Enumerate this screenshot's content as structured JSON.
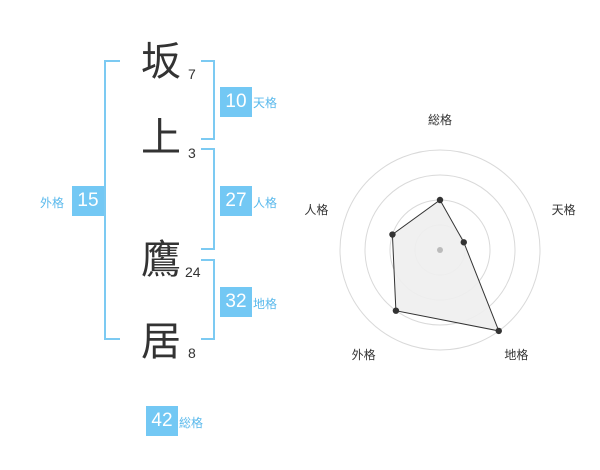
{
  "name": {
    "characters": [
      {
        "char": "坂",
        "strokes": "7"
      },
      {
        "char": "上",
        "strokes": "3"
      },
      {
        "char": "鷹",
        "strokes": "24"
      },
      {
        "char": "居",
        "strokes": "8"
      }
    ]
  },
  "kaku": {
    "tenkaku": {
      "value": "10",
      "label": "天格"
    },
    "jinkaku": {
      "value": "27",
      "label": "人格"
    },
    "chikaku": {
      "value": "32",
      "label": "地格"
    },
    "gaikaku": {
      "value": "15",
      "label": "外格"
    },
    "soukaku": {
      "value": "42",
      "label": "総格"
    }
  },
  "radar": {
    "axes": [
      "総格",
      "天格",
      "地格",
      "外格",
      "人格"
    ],
    "levels": 4,
    "max": 4,
    "values": [
      2,
      1,
      4,
      3,
      2
    ],
    "colors": {
      "grid": "#d9d9d9",
      "fill": "#eeeeee",
      "line": "#333333",
      "point": "#333333",
      "center": "#bbbbbb"
    }
  }
}
